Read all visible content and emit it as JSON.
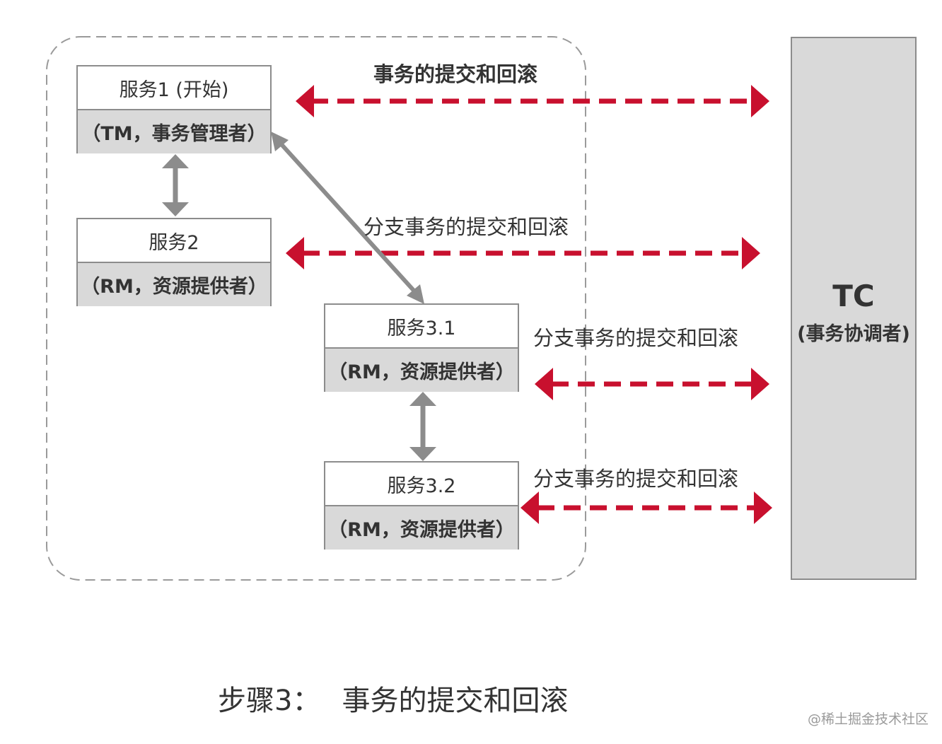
{
  "boxes": {
    "service1": {
      "title": "服务1 (开始)",
      "role": "（TM，事务管理者）"
    },
    "service2": {
      "title": "服务2",
      "role": "（RM，资源提供者）"
    },
    "service31": {
      "title": "服务3.1",
      "role": "（RM，资源提供者）"
    },
    "service32": {
      "title": "服务3.2",
      "role": "（RM，资源提供者）"
    }
  },
  "tc": {
    "title": "TC",
    "subtitle": "(事务协调者)"
  },
  "labels": {
    "global_commit": "事务的提交和回滚",
    "branch_commit_1": "分支事务的提交和回滚",
    "branch_commit_2": "分支事务的提交和回滚",
    "branch_commit_3": "分支事务的提交和回滚"
  },
  "caption": {
    "step": "步骤3：",
    "text": "事务的提交和回滚"
  },
  "watermark": "@稀土掘金技术社区",
  "colors": {
    "red_arrow": "#c8102e",
    "gray_arrow": "#8c8c8c",
    "box_fill": "#d9d9d9"
  }
}
